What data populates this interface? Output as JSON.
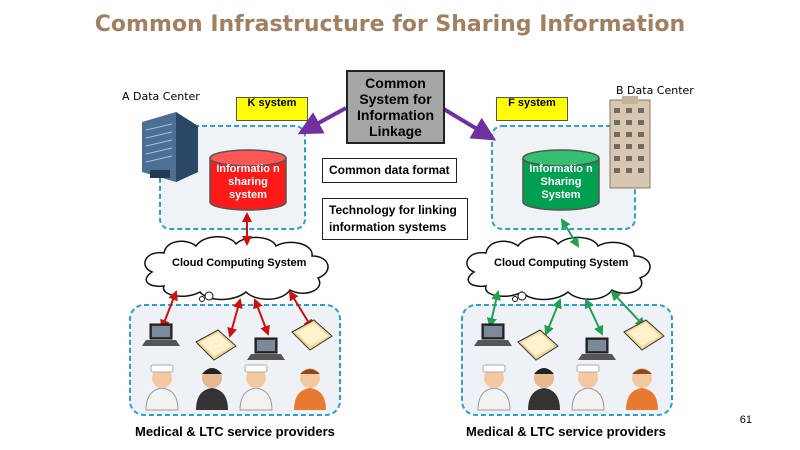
{
  "title": "Common Infrastructure for Sharing Information",
  "common_system": "Common System for Information Linkage",
  "left": {
    "data_center": "A Data Center",
    "system_tag": "K system",
    "db_label": "Informatio n sharing system",
    "cloud": "Cloud Computing System",
    "providers": "Medical & LTC service providers"
  },
  "right": {
    "data_center": "B Data Center",
    "system_tag": "F system",
    "db_label": "Informatio n Sharing System",
    "cloud": "Cloud Computing System",
    "providers": "Medical & LTC service providers"
  },
  "center_text": {
    "format": "Common data format",
    "linking": "Technology for linking information systems"
  },
  "page_number": "61",
  "colors": {
    "title": "#a08060",
    "left_db": "#ff0000",
    "right_db": "#00a050",
    "left_arrows": "#d01010",
    "right_arrows": "#20a050",
    "linkage_arrows": "#7030a0",
    "dashed_border": "#2aa0d0",
    "tag": "#ffff00"
  }
}
